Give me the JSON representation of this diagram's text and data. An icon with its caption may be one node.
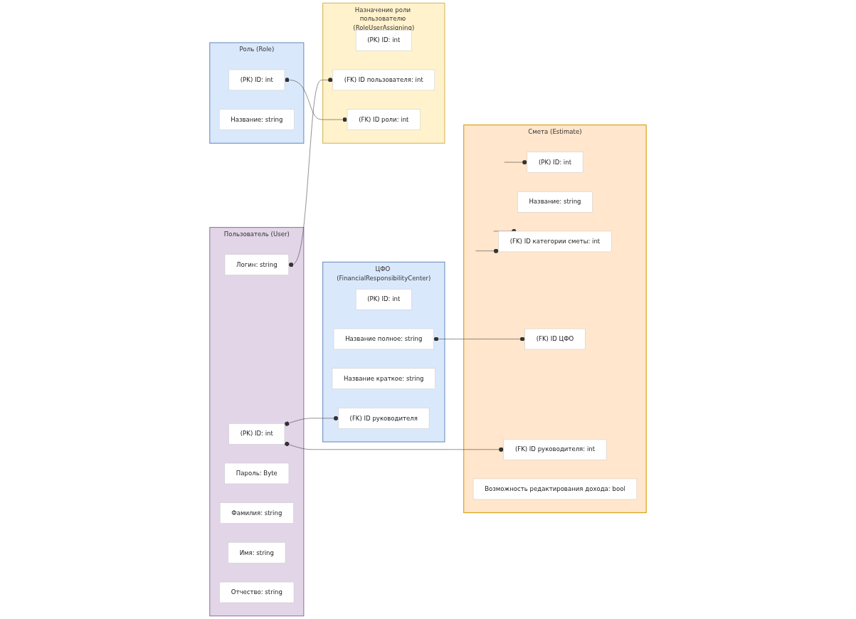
{
  "diagram": {
    "nodes": [
      {
        "text": [
          "ЦФО (FinancialResponsibilityCenter)"
        ]
      },
      {
        "text": [
          "(PK) ID: int"
        ],
        "in": 0
      },
      {
        "text": [
          "Название полное: string"
        ],
        "in": 0
      },
      {
        "text": [
          "Название краткое: string"
        ],
        "in": 0
      },
      {
        "text": [
          "(FK) ID руководителя"
        ],
        "in": 0
      },
      {
        "text": [
          "Смета (Estimate)"
        ]
      },
      {
        "text": [
          "(PK) ID: int"
        ],
        "in": 5
      },
      {
        "text": [
          "Название: string"
        ],
        "in": 5
      },
      {
        "text": [
          "(FK) ID категории сметы: int"
        ],
        "in": 5
      },
      {
        "text": [
          "(FK) ID ЦФО"
        ],
        "in": 5
      },
      {
        "text": [
          "(FK) ID руководителя: int"
        ],
        "in": 5
      },
      {
        "text": [
          "Возможность редактирования дохода: bool"
        ],
        "in": 5
      },
      {
        "text": [
          "Пользователь (User)"
        ]
      },
      {
        "text": [
          "(PK) ID: int"
        ],
        "in": 12
      },
      {
        "text": [
          "Логин: string"
        ],
        "in": 12
      },
      {
        "text": [
          "Пароль: Byte"
        ],
        "in": 12
      },
      {
        "text": [
          "Фамилия: string"
        ],
        "in": 12
      },
      {
        "text": [
          "Имя: string"
        ],
        "in": 12
      },
      {
        "text": [
          "Отчество: string"
        ],
        "in": 12
      },
      {
        "text": [
          "Назначение роли пользователю (RoleUserAssigning)"
        ]
      },
      {
        "text": [
          "(PK) ID: int"
        ],
        "in": 19
      },
      {
        "text": [
          "(FK) ID пользователя: int"
        ],
        "in": 19
      },
      {
        "text": [
          "(FK) ID роли: int"
        ],
        "in": 19
      },
      {
        "text": [
          "Роль (Role)"
        ]
      },
      {
        "text": [
          "(PK) ID: int"
        ],
        "in": 23
      },
      {
        "text": [
          "Название: string"
        ],
        "in": 23
      }
    ],
    "edges": [
      {
        "from": 2,
        "to": 9,
        "arrow": "other"
      },
      {
        "from": 13,
        "to": 4,
        "arrow": "other"
      },
      {
        "from": 13,
        "to": 10,
        "arrow": "other"
      },
      {
        "from": 14,
        "to": 21,
        "arrow": "other"
      },
      {
        "from": 24,
        "to": 22,
        "arrow": "other"
      },
      {
        "from": null,
        "to": 8,
        "arrow": "other"
      },
      {
        "from": 6,
        "to": null,
        "arrow": "other"
      },
      {
        "from": 8,
        "to": null,
        "arrow": "other"
      }
    ]
  }
}
